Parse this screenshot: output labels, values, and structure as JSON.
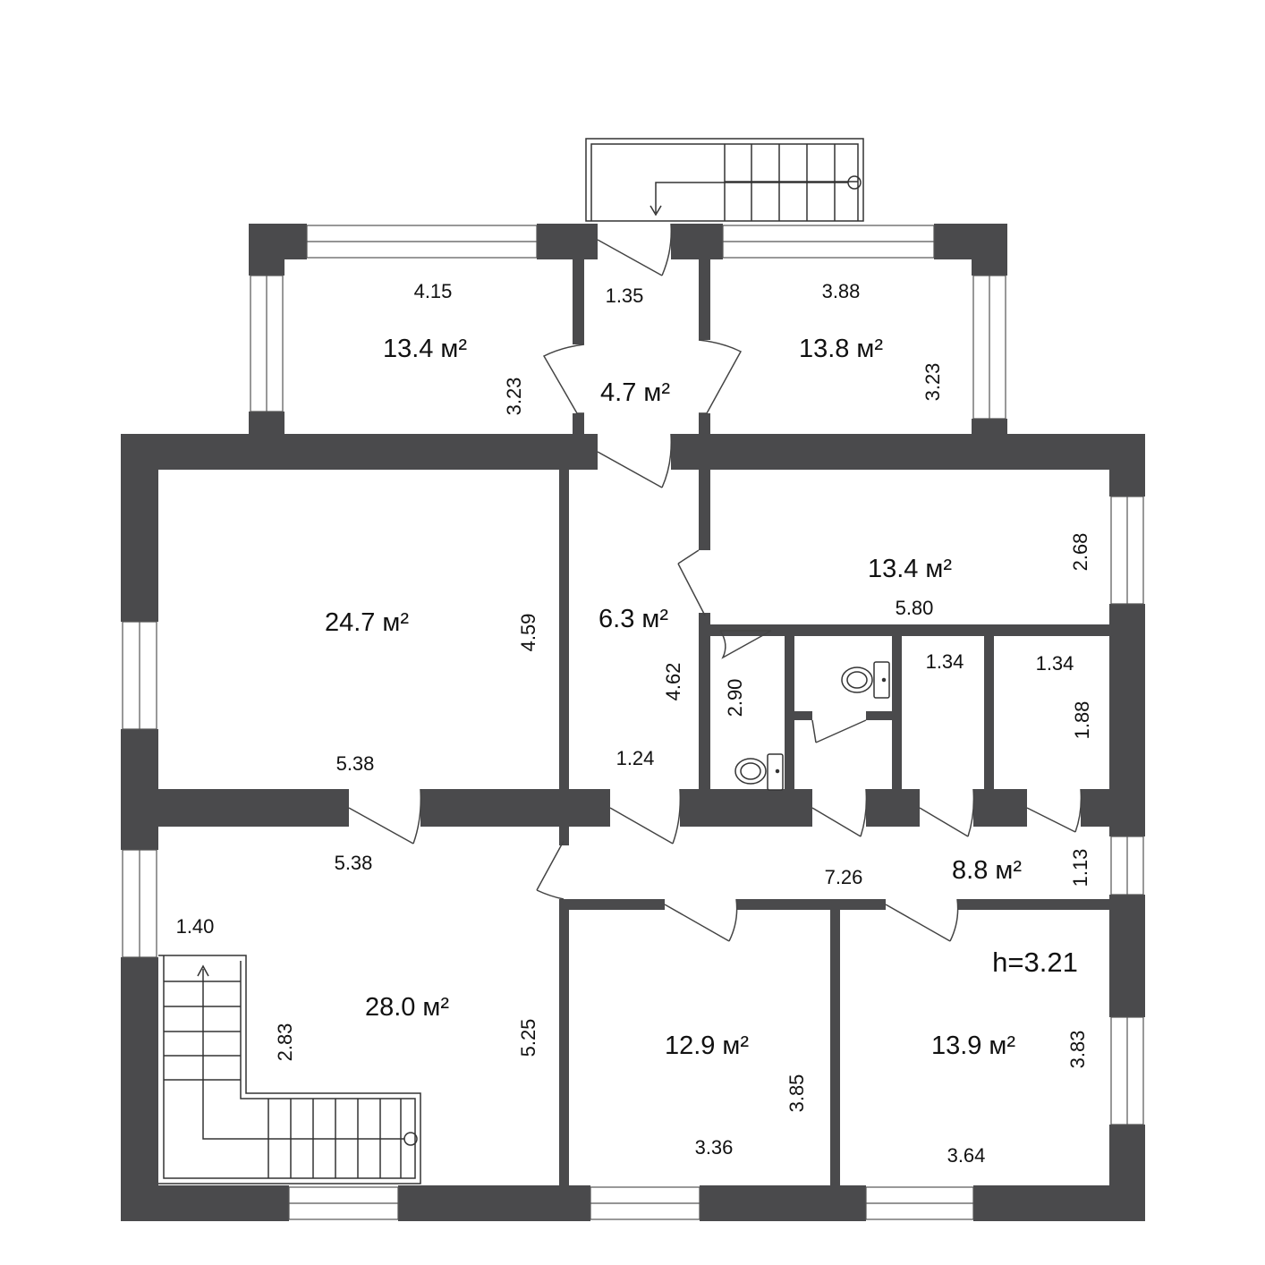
{
  "plan": {
    "wall_color": "#4a4a4c",
    "background": "#ffffff",
    "ceiling_height": "h=3.21"
  },
  "rooms": [
    {
      "id": "top-left-room",
      "area": "13.4 м²",
      "length": "4.15",
      "width": "3.23"
    },
    {
      "id": "entrance-vestibule",
      "area": "4.7 м²",
      "length": "1.35"
    },
    {
      "id": "top-right-room",
      "area": "13.8 м²",
      "length": "3.88",
      "width": "3.23"
    },
    {
      "id": "large-left-room",
      "area": "24.7 м²",
      "length": "5.38",
      "width": "4.59"
    },
    {
      "id": "central-hall",
      "area": "6.3 м²",
      "length": "1.24",
      "width": "4.62"
    },
    {
      "id": "right-room",
      "area": "13.4 м²",
      "length": "5.80",
      "width": "2.68"
    },
    {
      "id": "toilet-left",
      "width": "2.90"
    },
    {
      "id": "storage-1",
      "length": "1.34"
    },
    {
      "id": "storage-2",
      "length": "1.34",
      "width": "1.88"
    },
    {
      "id": "corridor",
      "area": "8.8 м²",
      "length": "7.26",
      "width": "1.13"
    },
    {
      "id": "stair-room",
      "area": "28.0 м²",
      "length": "5.38",
      "width": "5.25",
      "stair_width": "1.40",
      "stair_length": "2.83"
    },
    {
      "id": "bottom-middle-room",
      "area": "12.9 м²",
      "length": "3.36",
      "width": "3.85"
    },
    {
      "id": "bottom-right-room",
      "area": "13.9 м²",
      "length": "3.64",
      "width": "3.83"
    }
  ]
}
